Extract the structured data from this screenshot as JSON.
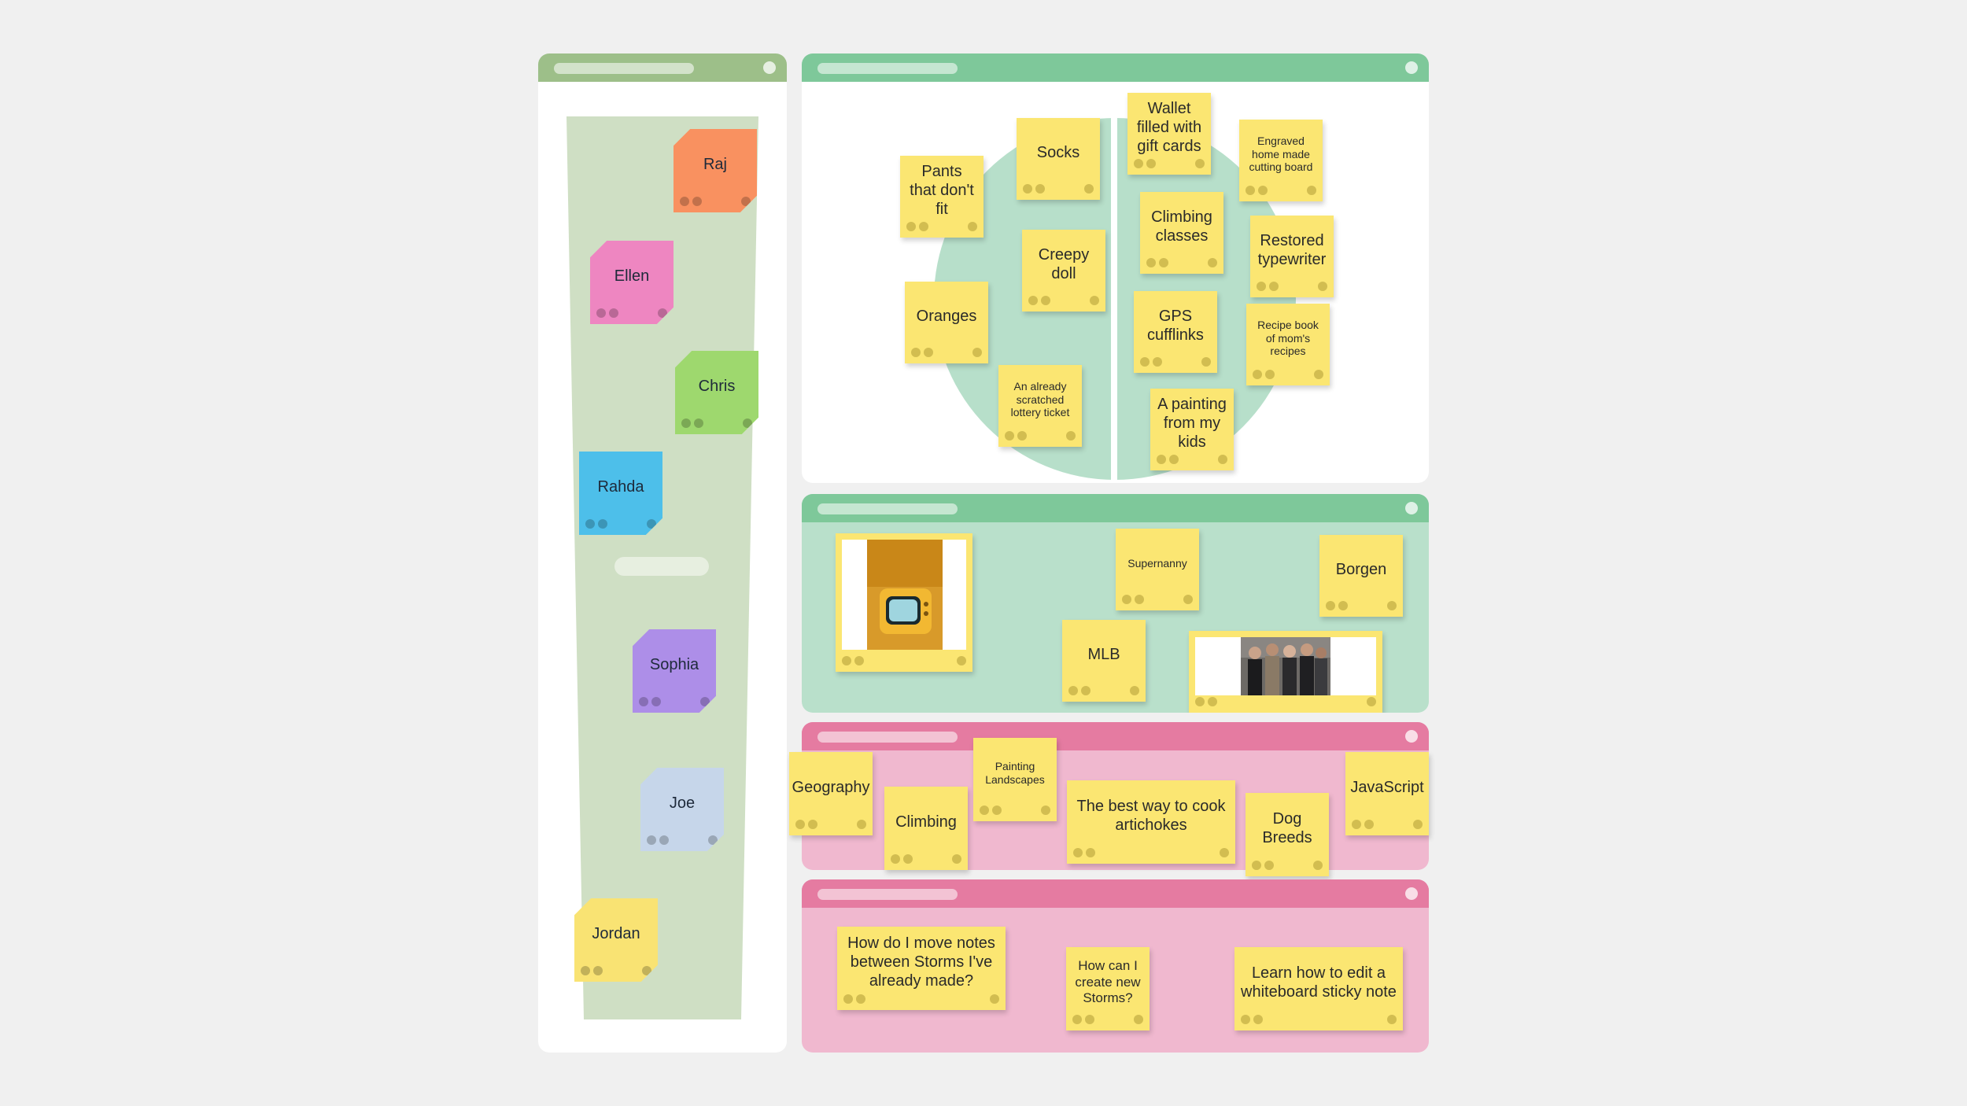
{
  "colors": {
    "page_bg": "#f0f0f0",
    "people_bar": "#9dbf89",
    "people_lane": "#cfdfc4",
    "gifts_bar": "#7ec89a",
    "gifts_circle": "#b7dfca",
    "shows_bar": "#7ec89a",
    "shows_bg": "#b9e0cb",
    "pink_bar": "#e57ba1",
    "pink_bg": "#f0b8cf",
    "note_yellow": "#fbe672"
  },
  "people": [
    {
      "name": "Raj",
      "color": "#f99160"
    },
    {
      "name": "Ellen",
      "color": "#ee86c1"
    },
    {
      "name": "Chris",
      "color": "#9ed86e"
    },
    {
      "name": "Rahda",
      "color": "#4dbfea"
    },
    {
      "name": "Sophia",
      "color": "#ad8ee8"
    },
    {
      "name": "Joe",
      "color": "#c6d6ea"
    },
    {
      "name": "Jordan",
      "color": "#f9e373"
    }
  ],
  "gifts": {
    "left": [
      "Pants that don't fit",
      "Socks",
      "Creepy doll",
      "Oranges",
      "An already scratched lottery ticket"
    ],
    "right": [
      "Wallet filled with gift cards",
      "Engraved home made cutting board",
      "Climbing classes",
      "Restored typewriter",
      "GPS cufflinks",
      "Recipe book of mom's recipes",
      "A painting from my kids"
    ]
  },
  "shows": [
    "Supernanny",
    "Borgen",
    "MLB"
  ],
  "hobbies": [
    "Geography",
    "Climbing",
    "Painting Landscapes",
    "The best way to cook artichokes",
    "Dog Breeds",
    "JavaScript"
  ],
  "questions": [
    "How do I move notes between Storms I've already made?",
    "How can I create new Storms?",
    "Learn how to edit a whiteboard sticky note"
  ]
}
